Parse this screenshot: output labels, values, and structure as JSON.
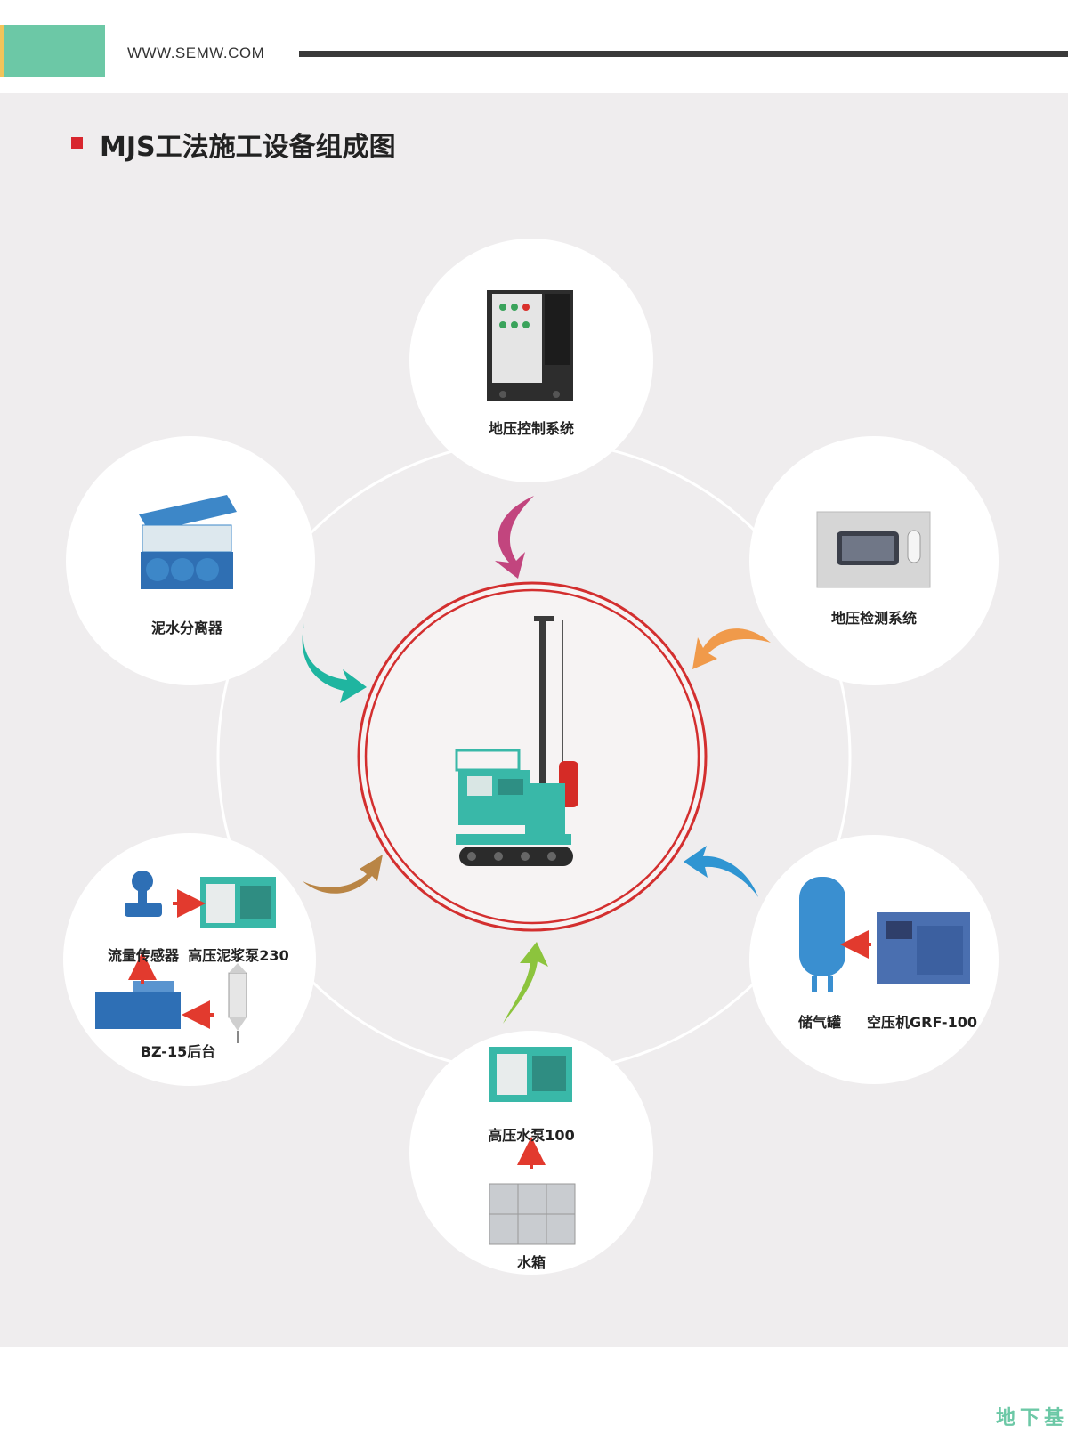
{
  "header": {
    "url": "WWW.SEMW.COM"
  },
  "title": "MJS工法施工设备组成图",
  "labels": {
    "top": "地压控制系统",
    "upper_right": "地压检测系统",
    "upper_left": "泥水分离器",
    "lower_left_flow": "流量传感器",
    "lower_left_pump": "高压泥浆泵230",
    "lower_left_backstage": "BZ-15后台",
    "lower_right_tank": "储气罐",
    "lower_right_compressor": "空压机GRF-100",
    "bottom_pump": "高压水泵100",
    "bottom_tank": "水箱"
  },
  "colors": {
    "accent": "#6cc8a6",
    "title_mark": "#d8262e",
    "ring": "#d32f2f",
    "arrow_top": "#c2457e",
    "arrow_upper_right": "#f09a4a",
    "arrow_upper_left": "#1fb5a0",
    "arrow_lower_left": "#b98545",
    "arrow_lower_right": "#2f95d2",
    "arrow_bottom": "#8cc43d",
    "flow_arrow": "#e23a2e",
    "machine": "#39b8a8"
  },
  "footer": {
    "text": "地下基"
  }
}
